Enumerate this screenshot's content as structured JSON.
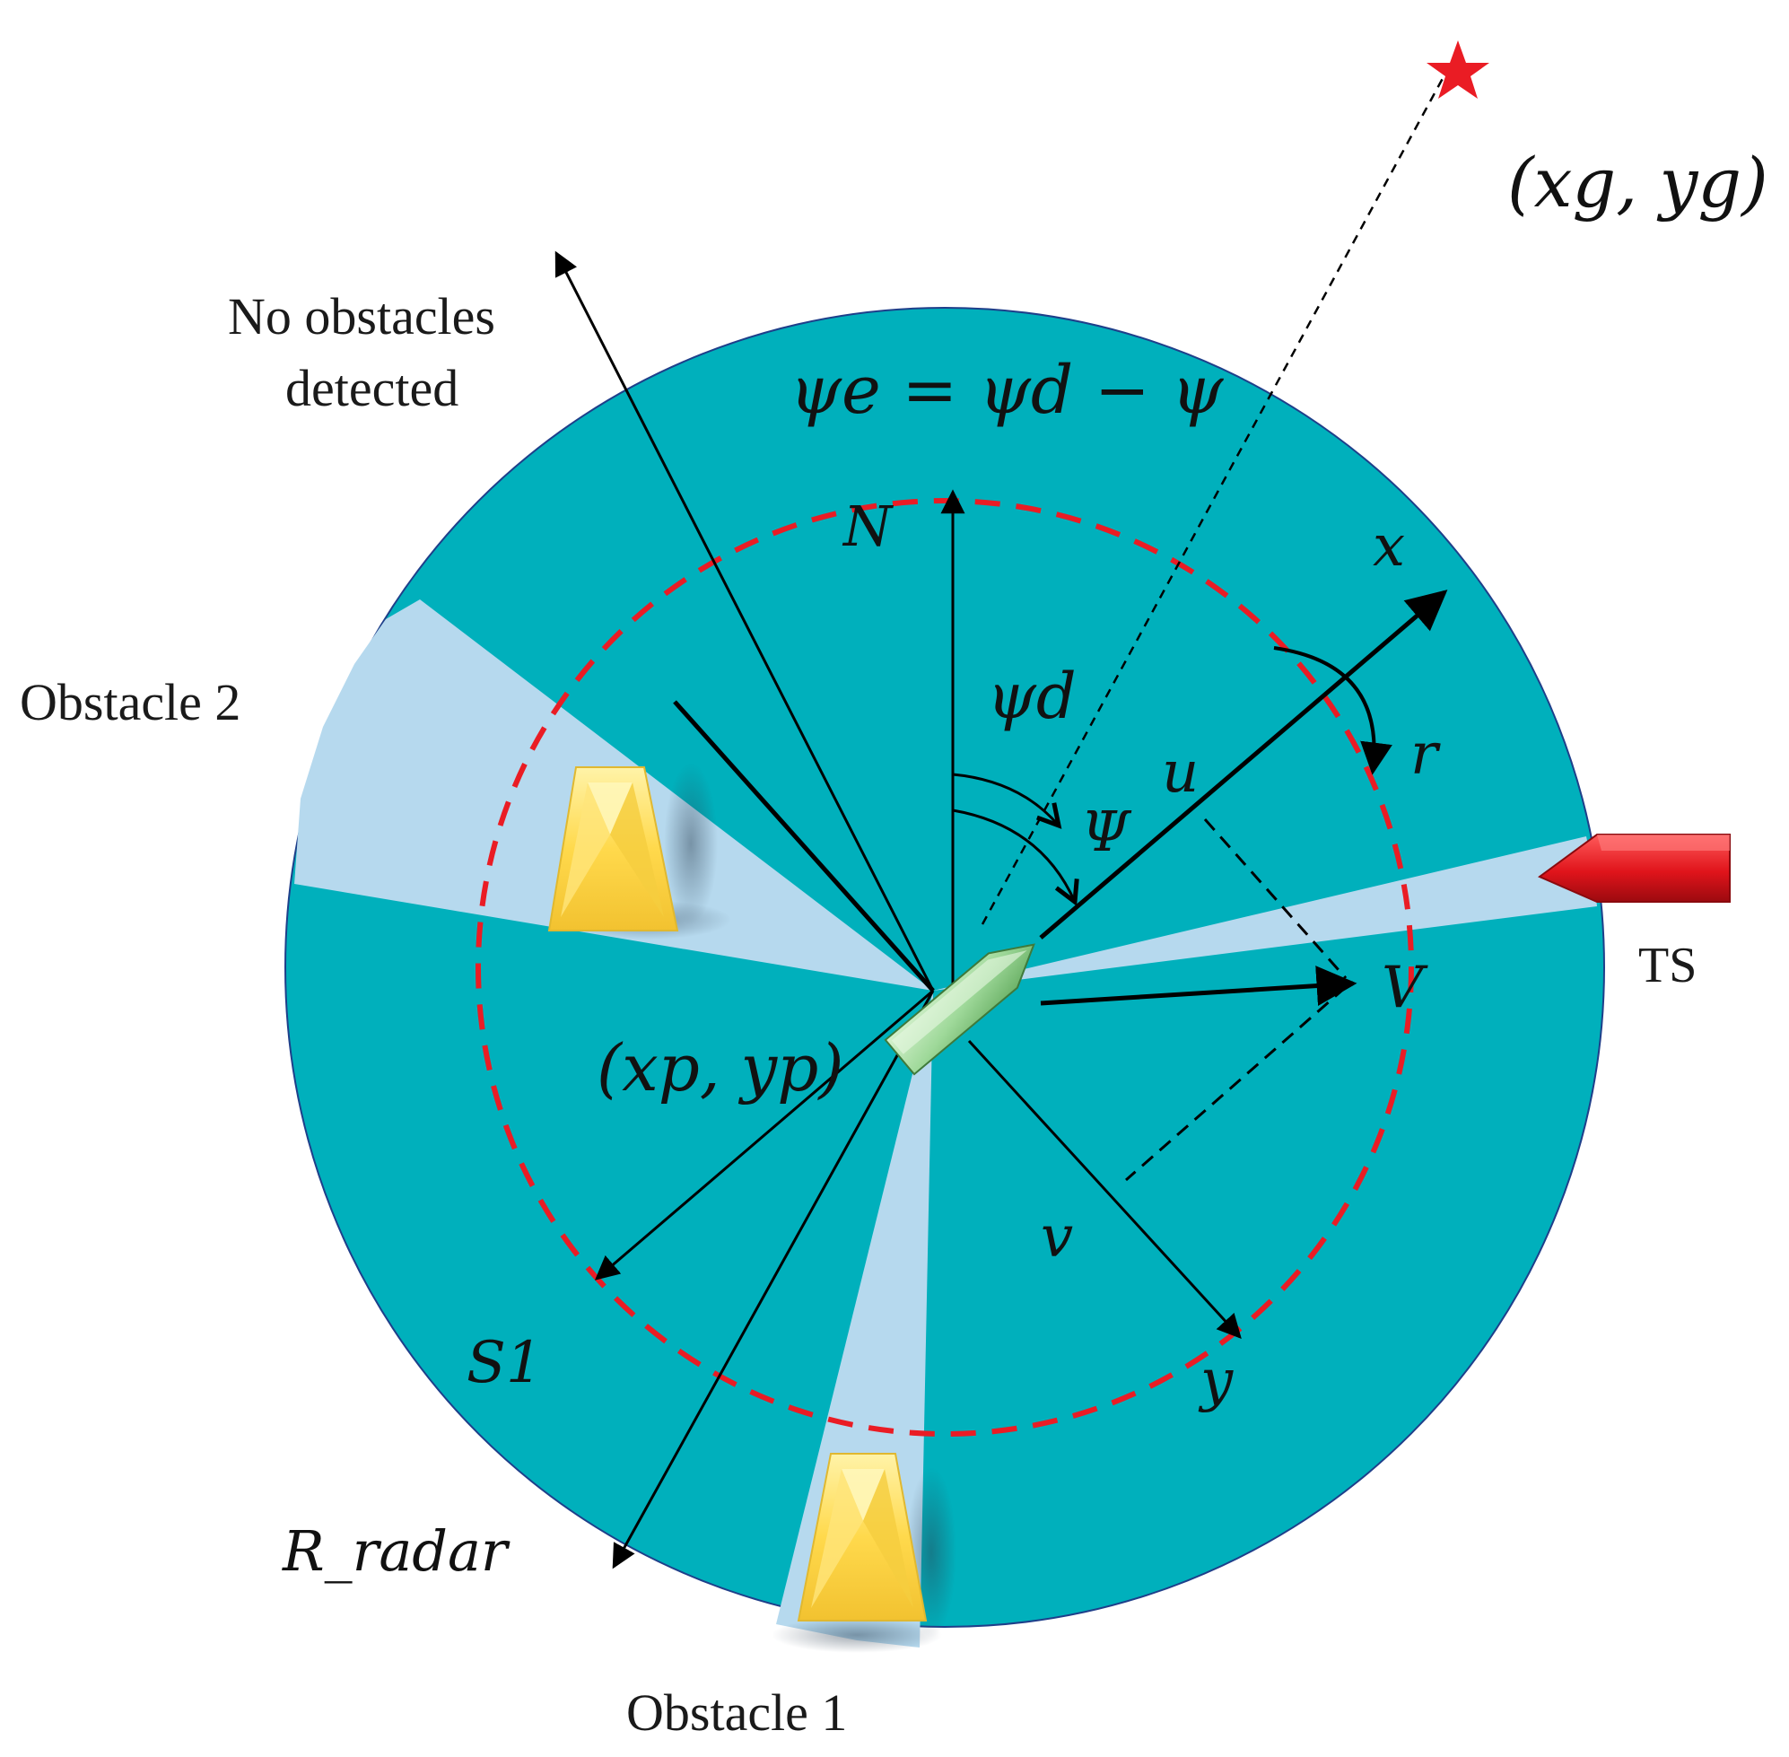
{
  "labels": {
    "no_obstacles_line1": "No obstacles",
    "no_obstacles_line2": "detected",
    "obstacle_2": "Obstacle 2",
    "obstacle_1": "Obstacle 1",
    "ts": "TS",
    "heading_error_eq": "ψe = ψd − ψ",
    "north": "N",
    "psi_d": "ψd",
    "psi_upper": "Ψ",
    "u": "u",
    "r": "r",
    "x": "x",
    "y": "y",
    "v": "v",
    "V": "V",
    "S1": "S1",
    "r_radar": "R_radar",
    "goal_coords": "(xg, yg)",
    "position_coords": "(xp, yp)"
  },
  "colors": {
    "radar_disc": "#00b0bc",
    "radar_edge": "#1e3f8a",
    "free_sector": "#b6d9ee",
    "safety_circle": "#ea1c24",
    "goal_star": "#ea1c24",
    "own_ship": "#9fd99a",
    "target_ship": "#e0141b",
    "obstacle": "#ffd84a",
    "paren": "#9b6f6a"
  },
  "icons": {
    "goal": "star-icon",
    "own_ship": "own-ship-icon",
    "target_ship": "target-ship-icon",
    "obstacle": "trapezoid-obstacle-icon"
  }
}
